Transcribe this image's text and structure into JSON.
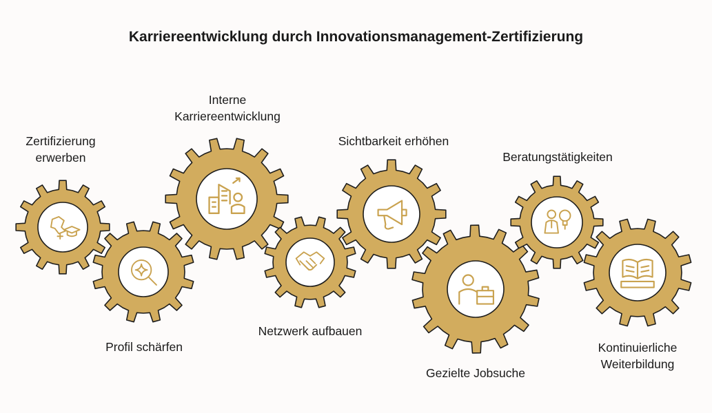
{
  "title": "Karriereentwicklung durch Innovationsmanagement-Zertifizierung",
  "colors": {
    "gear": "#d2ac5e",
    "gear_stroke": "#1d1d1d",
    "icon": "#c9a24f",
    "hub": "#ffffff"
  },
  "steps": [
    {
      "label_lines": [
        "Zertifizierung",
        "erwerben"
      ],
      "icon": "certificate-graduation-icon"
    },
    {
      "label_lines": [
        "Profil schärfen"
      ],
      "icon": "magnifier-sparkle-icon"
    },
    {
      "label_lines": [
        "Interne",
        "Karriereentwicklung"
      ],
      "icon": "building-person-icon"
    },
    {
      "label_lines": [
        "Netzwerk aufbauen"
      ],
      "icon": "handshake-icon"
    },
    {
      "label_lines": [
        "Sichtbarkeit erhöhen"
      ],
      "icon": "megaphone-icon"
    },
    {
      "label_lines": [
        "Gezielte Jobsuche"
      ],
      "icon": "person-briefcase-icon"
    },
    {
      "label_lines": [
        "Beratungstätigkeiten"
      ],
      "icon": "consultant-lightbulb-icon"
    },
    {
      "label_lines": [
        "Kontinuierliche",
        "Weiterbildung"
      ],
      "icon": "open-book-icon"
    }
  ]
}
